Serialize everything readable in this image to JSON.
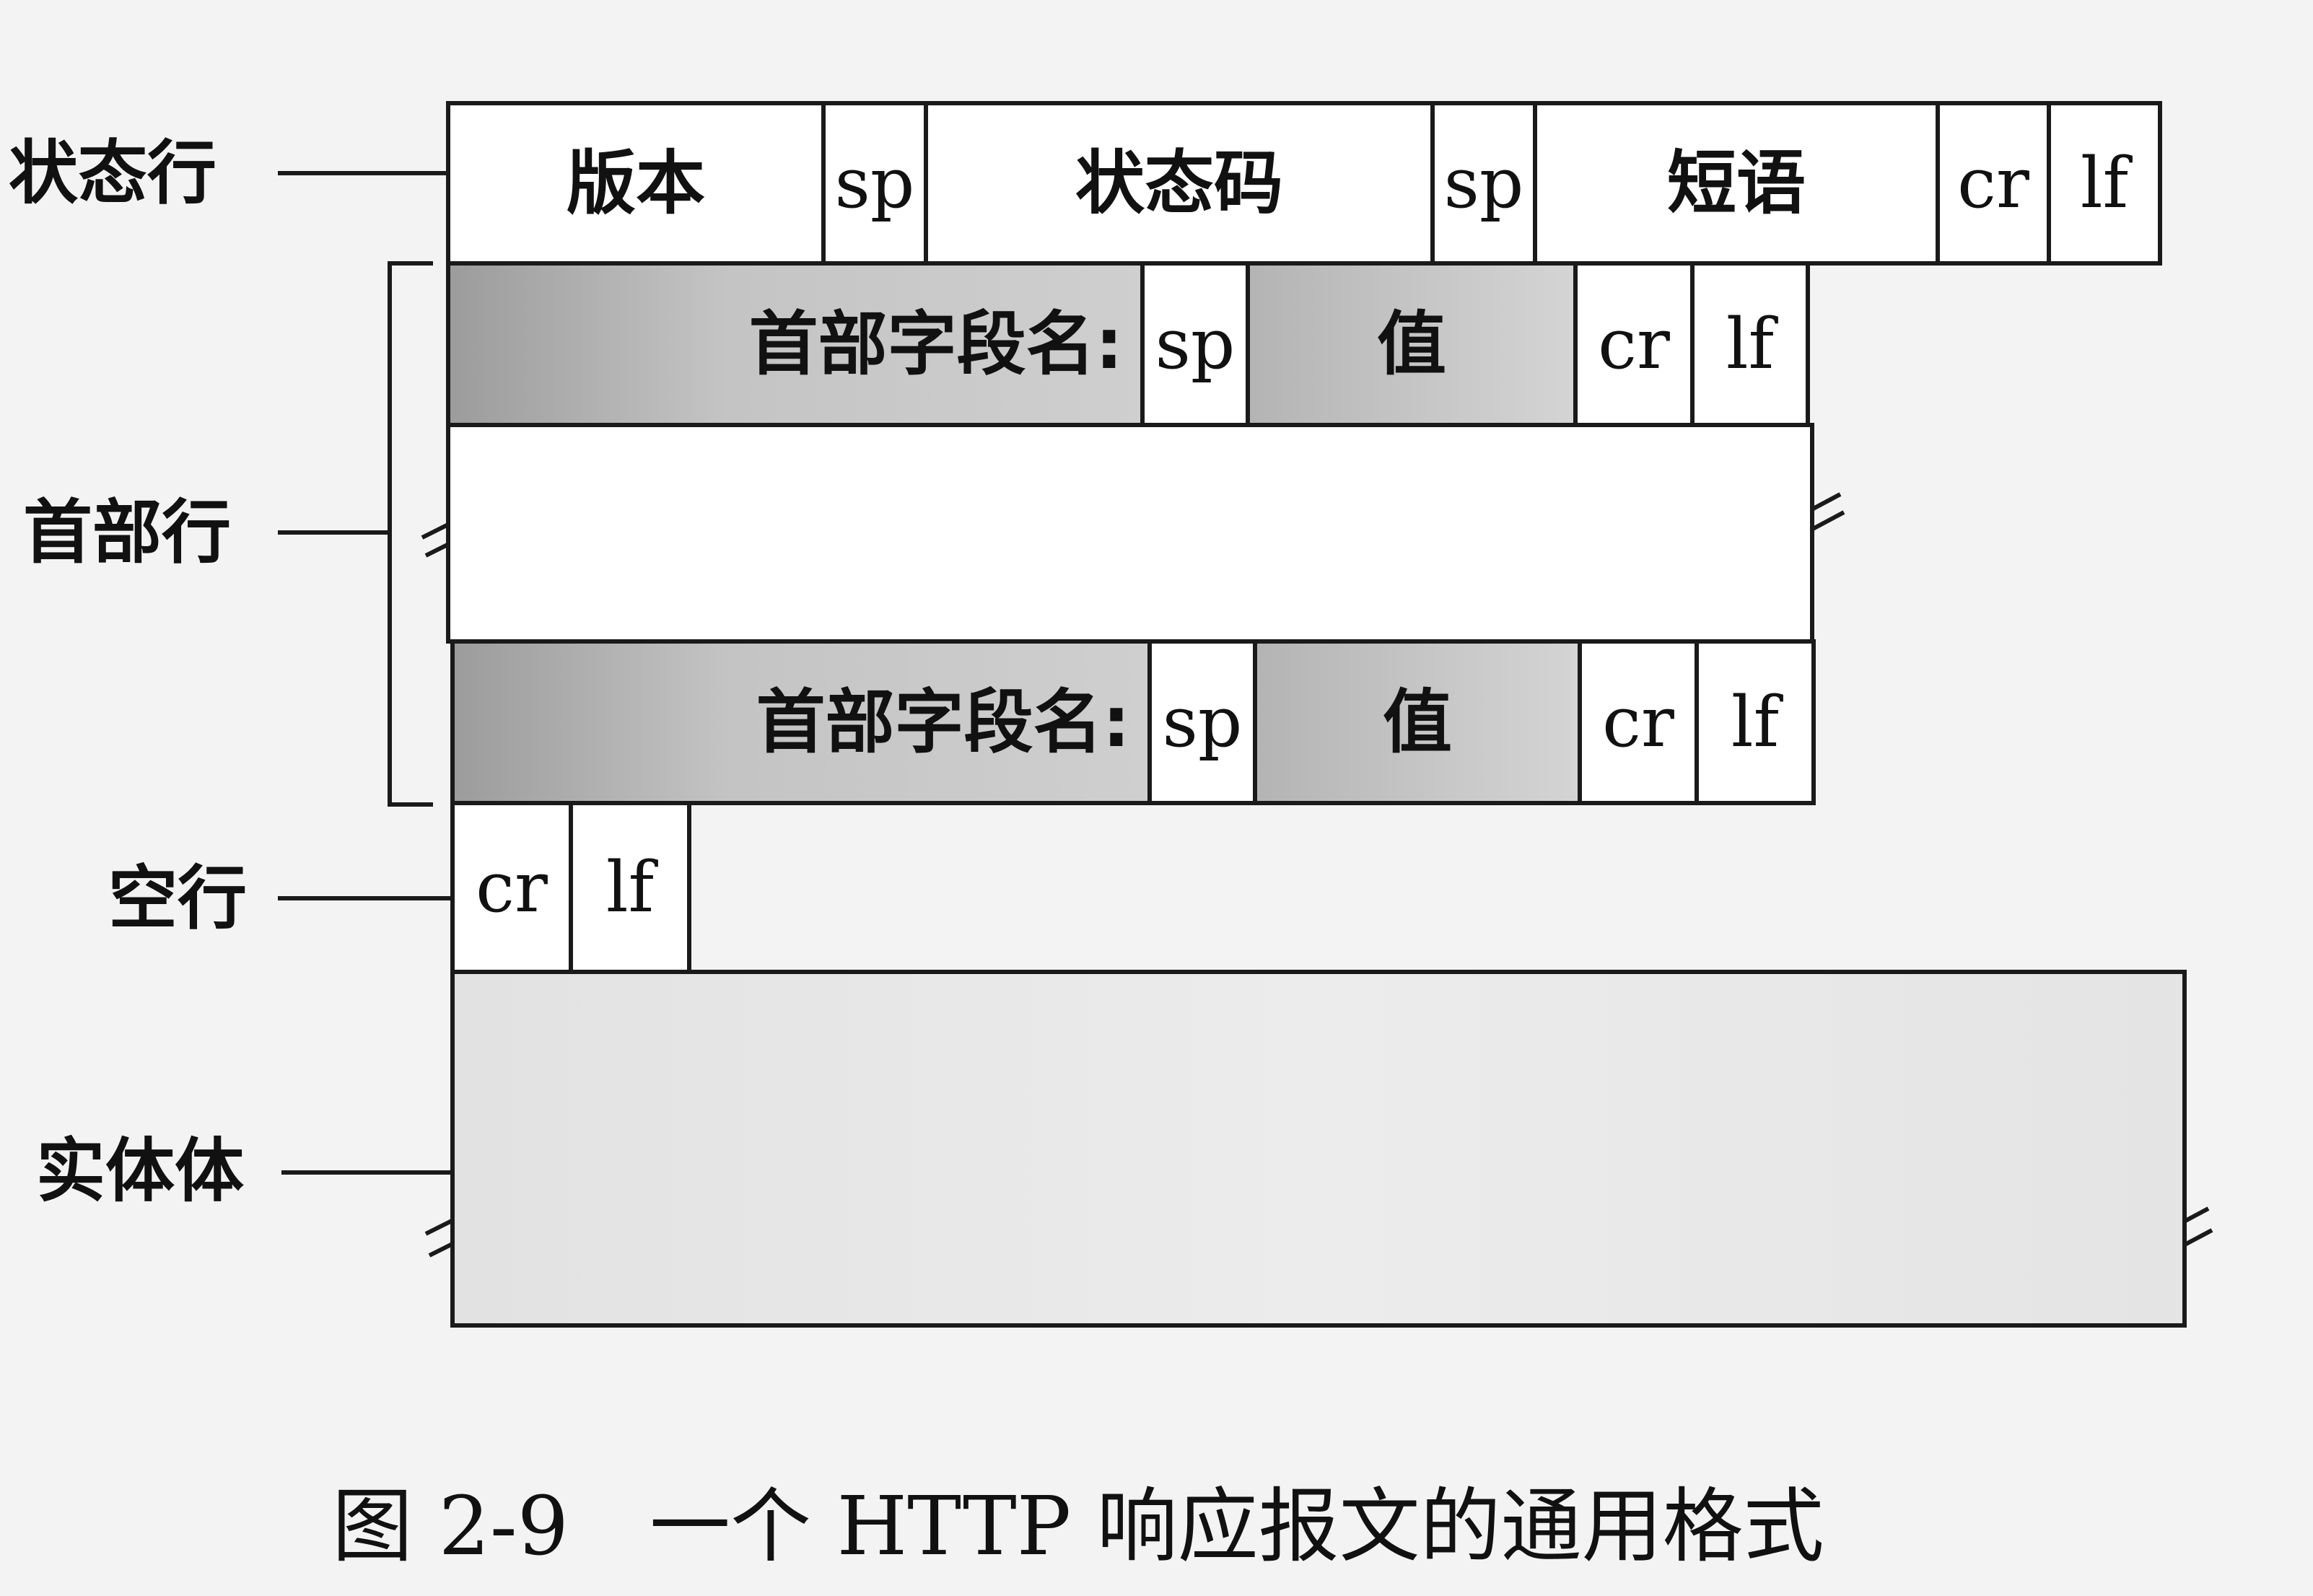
{
  "labels": {
    "status_line": "状态行",
    "header_lines": "首部行",
    "blank_line": "空行",
    "entity_body": "实体体"
  },
  "status_line": {
    "version": "版本",
    "sp1": "sp",
    "status_code": "状态码",
    "sp2": "sp",
    "phrase": "短语",
    "cr": "cr",
    "lf": "lf"
  },
  "header_line_1": {
    "field_name": "首部字段名:",
    "sp": "sp",
    "value": "值",
    "cr": "cr",
    "lf": "lf"
  },
  "header_line_2": {
    "field_name": "首部字段名:",
    "sp": "sp",
    "value": "值",
    "cr": "cr",
    "lf": "lf"
  },
  "blank_line": {
    "cr": "cr",
    "lf": "lf"
  },
  "caption": "图 2-9　一个 HTTP 响应报文的通用格式"
}
